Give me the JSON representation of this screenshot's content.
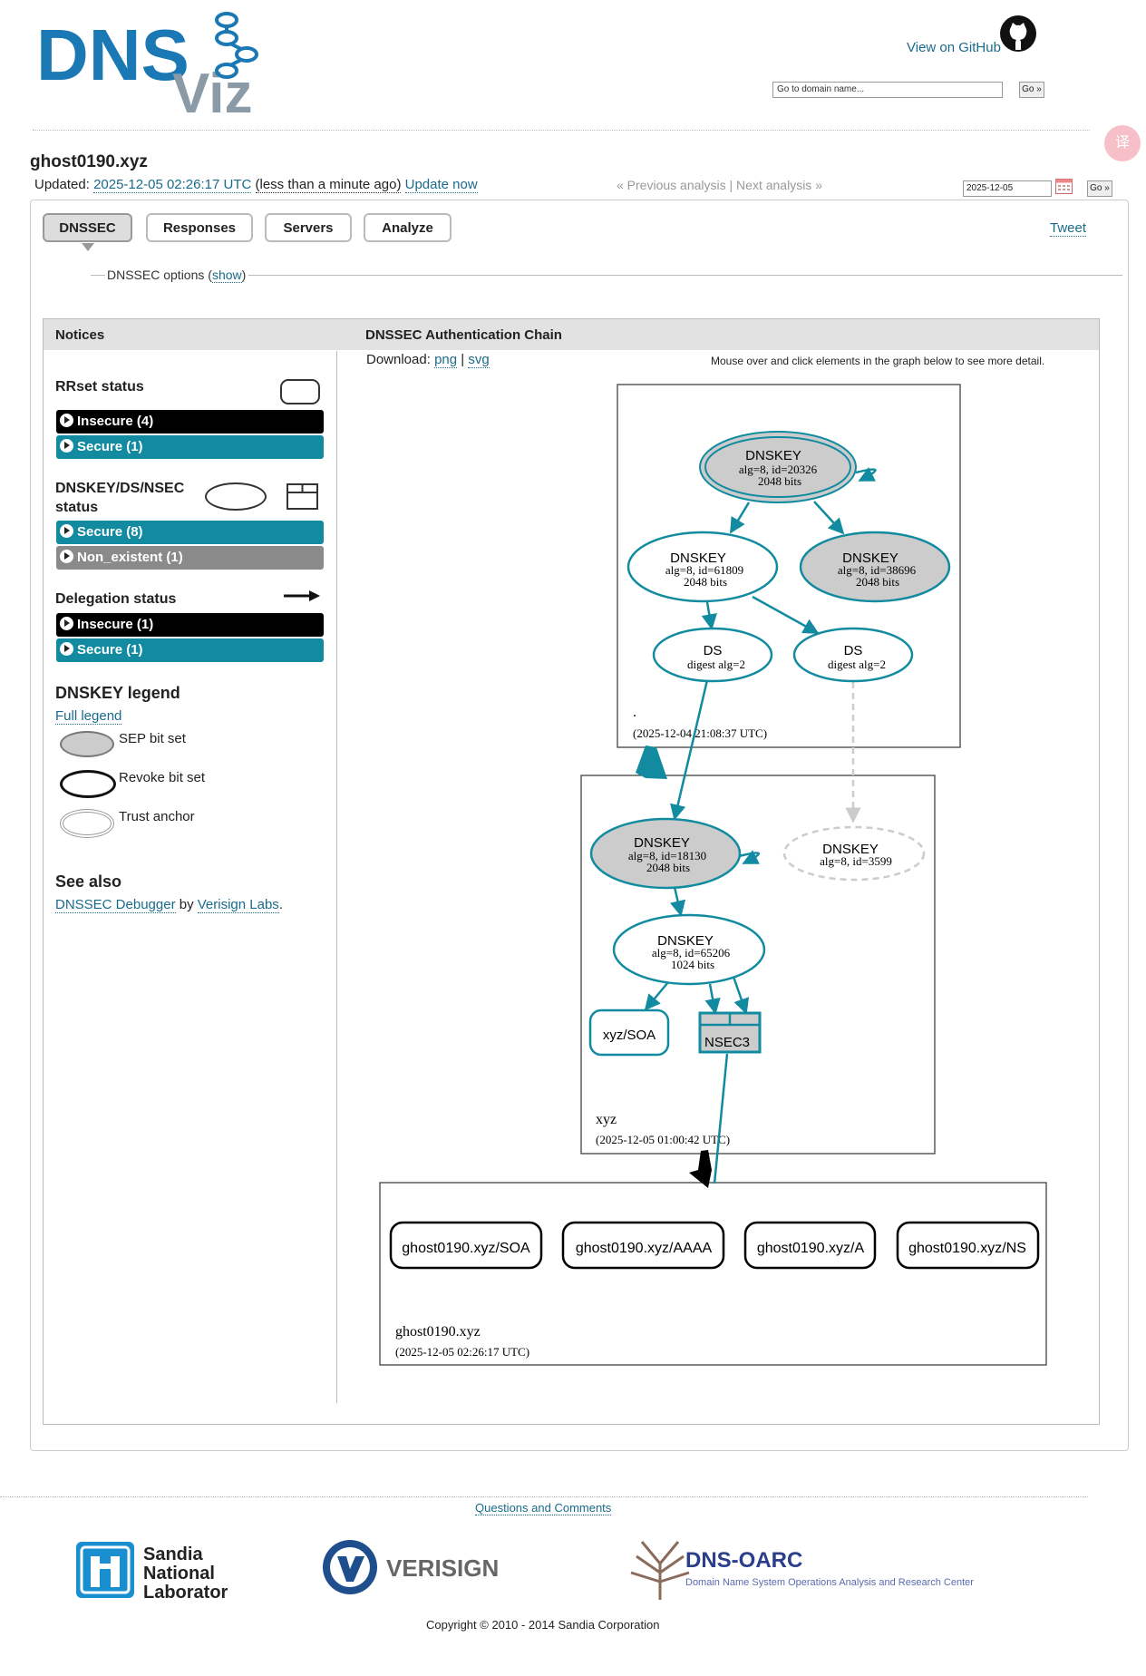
{
  "header": {
    "logo_text_1": "DNS",
    "logo_text_2": "Viz",
    "github_label": "View on GitHub",
    "search_placeholder": "Go to domain name...",
    "go_label": "Go »"
  },
  "analysis": {
    "domain": "ghost0190.xyz",
    "updated_label": "Updated:",
    "updated_time": "2025-12-05 02:26:17 UTC",
    "ago_text": "(less than a minute ago)",
    "update_now": "Update now",
    "prev": "« Previous analysis",
    "sep": "|",
    "next": "Next analysis »",
    "date_value": "2025-12-05",
    "date_go": "Go »"
  },
  "tabs": [
    {
      "label": "DNSSEC"
    },
    {
      "label": "Responses"
    },
    {
      "label": "Servers"
    },
    {
      "label": "Analyze"
    }
  ],
  "tweet": "Tweet",
  "options": {
    "text": "DNSSEC options (",
    "show": "show",
    "close": ")"
  },
  "notices": {
    "title": "Notices",
    "rrset_status": "RRset status",
    "rrset_bars": [
      {
        "label": "Insecure (4)",
        "color": "#000000"
      },
      {
        "label": "Secure (1)",
        "color": "#128ba0"
      }
    ],
    "dnskey_status": "DNSKEY/DS/NSEC",
    "dnskey_status_2": "status",
    "dnskey_bars": [
      {
        "label": "Secure (8)",
        "color": "#128ba0"
      },
      {
        "label": "Non_existent (1)",
        "color": "#8a8a8a"
      }
    ],
    "delegation_status": "Delegation status",
    "delegation_bars": [
      {
        "label": "Insecure (1)",
        "color": "#000000"
      },
      {
        "label": "Secure (1)",
        "color": "#128ba0"
      }
    ],
    "dnskey_legend": "DNSKEY legend",
    "full_legend": "Full legend",
    "sep_bit": "SEP bit set",
    "revoke_bit": "Revoke bit set",
    "trust_anchor": "Trust anchor",
    "see_also": "See also",
    "debugger": "DNSSEC Debugger",
    "by": "by",
    "verisign_labs": "Verisign Labs",
    "period": "."
  },
  "chain": {
    "title": "DNSSEC Authentication Chain",
    "download_label": "Download:",
    "png": "png",
    "svg": "svg",
    "mouse_note": "Mouse over and click elements in the graph below to see more detail.",
    "root": {
      "name": ".",
      "time": "(2025-12-04 21:08:37 UTC)",
      "ksk": {
        "title": "DNSKEY",
        "line1": "alg=8, id=20326",
        "line2": "2048 bits"
      },
      "zsk1": {
        "title": "DNSKEY",
        "line1": "alg=8, id=61809",
        "line2": "2048 bits"
      },
      "zsk2": {
        "title": "DNSKEY",
        "line1": "alg=8, id=38696",
        "line2": "2048 bits"
      },
      "ds1": {
        "title": "DS",
        "line1": "digest alg=2"
      },
      "ds2": {
        "title": "DS",
        "line1": "digest alg=2"
      }
    },
    "xyz": {
      "name": "xyz",
      "time": "(2025-12-05 01:00:42 UTC)",
      "ksk": {
        "title": "DNSKEY",
        "line1": "alg=8, id=18130",
        "line2": "2048 bits"
      },
      "missing": {
        "title": "DNSKEY",
        "line1": "alg=8, id=3599"
      },
      "zsk": {
        "title": "DNSKEY",
        "line1": "alg=8, id=65206",
        "line2": "1024 bits"
      },
      "soa": "xyz/SOA",
      "nsec3": "NSEC3"
    },
    "ghost": {
      "name": "ghost0190.xyz",
      "time": "(2025-12-05 02:26:17 UTC)",
      "rrsets": [
        "ghost0190.xyz/SOA",
        "ghost0190.xyz/AAAA",
        "ghost0190.xyz/A",
        "ghost0190.xyz/NS"
      ]
    }
  },
  "footer": {
    "questions": "Questions and Comments",
    "sandia_1": "Sandia",
    "sandia_2": "National",
    "sandia_3": "Laboratories",
    "verisign": "VERISIGN",
    "oarc_title": "DNS-OARC",
    "oarc_sub": "Domain Name System Operations Analysis and Research Center",
    "copyright": "Copyright © 2010 - 2014 Sandia Corporation"
  },
  "colors": {
    "teal": "#128ba0",
    "black": "#000000",
    "grey": "#8a8a8a",
    "logo_blue": "#1a78b4",
    "logo_grey": "#8a9aa6"
  }
}
